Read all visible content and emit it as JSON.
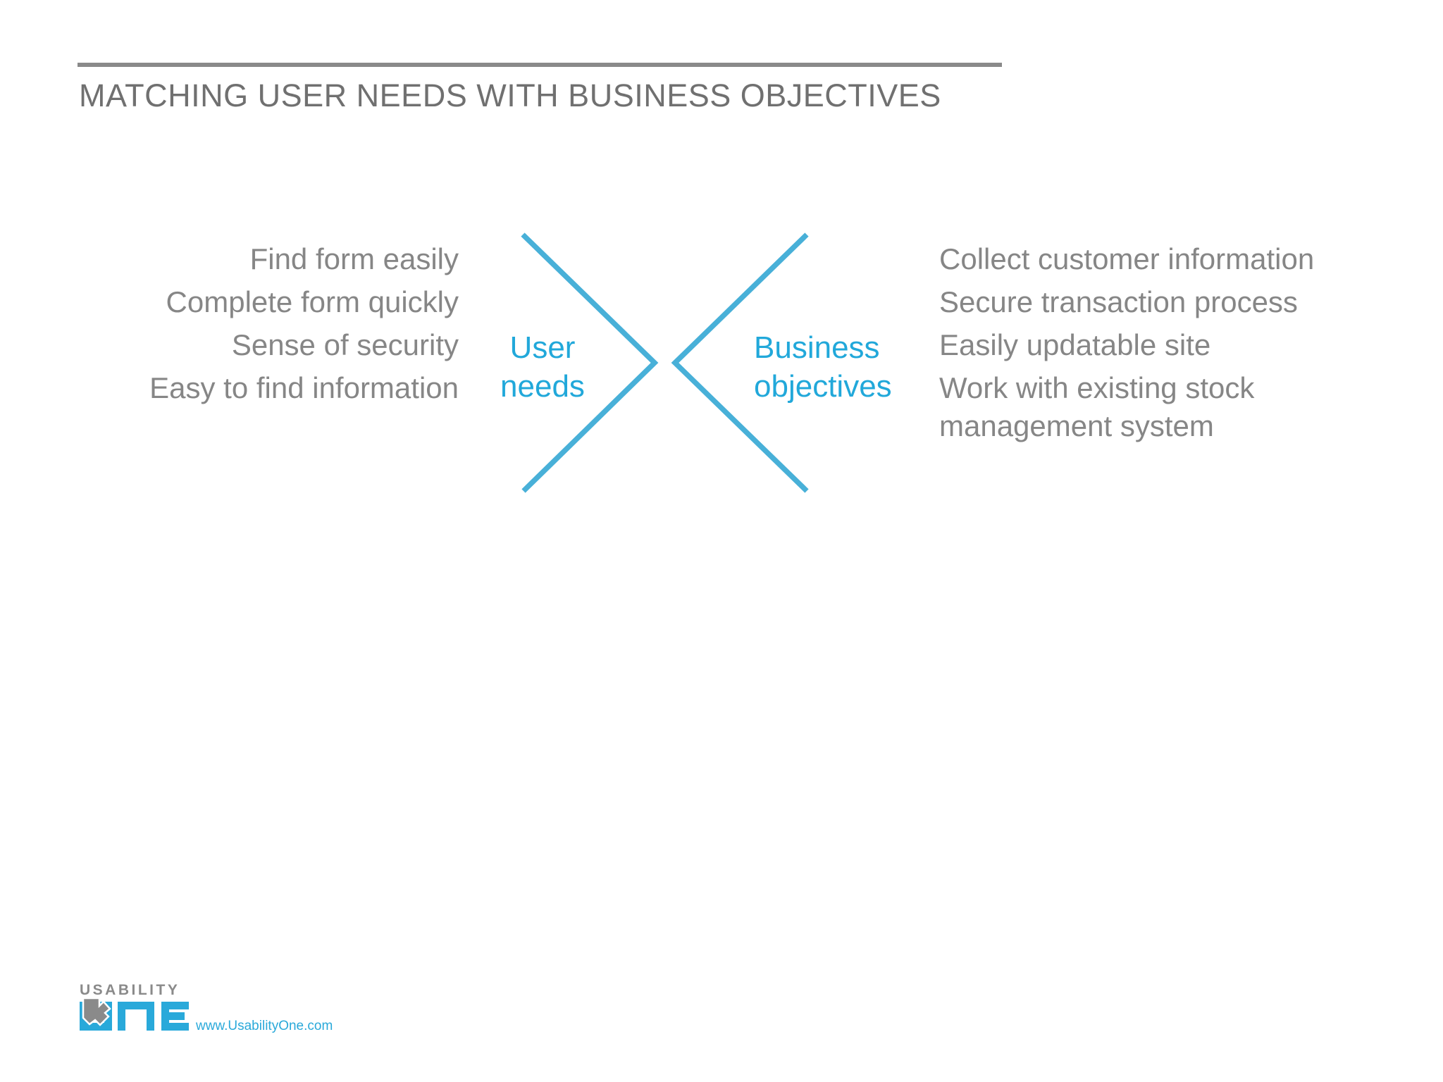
{
  "slide": {
    "title": "MATCHING USER NEEDS WITH BUSINESS OBJECTIVES",
    "user_needs": {
      "label_line1": "User",
      "label_line2": "needs",
      "items": [
        "Find form easily",
        "Complete form quickly",
        "Sense of security",
        "Easy to find information"
      ]
    },
    "business_objectives": {
      "label_line1": "Business",
      "label_line2": "objectives",
      "items": [
        "Collect customer information",
        "Secure transaction process",
        "Easily updatable site",
        "Work with existing stock management system"
      ]
    },
    "colors": {
      "chevron_blue": "#48b0d8",
      "label_blue": "#21a8da",
      "logo_blue": "#29a9da",
      "body_gray": "#868686",
      "title_gray": "#707070"
    },
    "footer": {
      "brand_line1": "USABILITY",
      "brand_line2": "ONE",
      "website": "www.UsabilityOne.com"
    }
  }
}
